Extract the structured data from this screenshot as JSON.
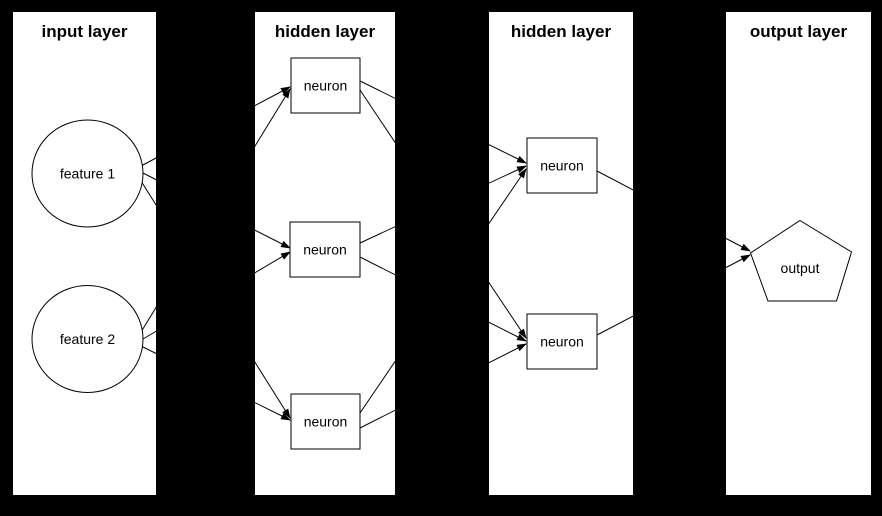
{
  "colors": {
    "background": "#000000",
    "panel": "#ffffff",
    "node_fill": "#ffffff",
    "stroke": "#000000",
    "text": "#000000"
  },
  "layers": [
    {
      "id": "input",
      "title": "input layer",
      "nodes": [
        {
          "id": "feature1",
          "label": "feature 1",
          "shape": "ellipse"
        },
        {
          "id": "feature2",
          "label": "feature 2",
          "shape": "ellipse"
        }
      ]
    },
    {
      "id": "hidden1",
      "title": "hidden layer",
      "nodes": [
        {
          "id": "h1n1",
          "label": "neuron",
          "shape": "box"
        },
        {
          "id": "h1n2",
          "label": "neuron",
          "shape": "box"
        },
        {
          "id": "h1n3",
          "label": "neuron",
          "shape": "box"
        }
      ]
    },
    {
      "id": "hidden2",
      "title": "hidden layer",
      "nodes": [
        {
          "id": "h2n1",
          "label": "neuron",
          "shape": "box"
        },
        {
          "id": "h2n2",
          "label": "neuron",
          "shape": "box"
        }
      ]
    },
    {
      "id": "output",
      "title": "output layer",
      "nodes": [
        {
          "id": "out1",
          "label": "output",
          "shape": "pentagon"
        }
      ]
    }
  ],
  "edges": [
    {
      "from": "feature1",
      "to": "h1n1"
    },
    {
      "from": "feature1",
      "to": "h1n2"
    },
    {
      "from": "feature1",
      "to": "h1n3"
    },
    {
      "from": "feature2",
      "to": "h1n1"
    },
    {
      "from": "feature2",
      "to": "h1n2"
    },
    {
      "from": "feature2",
      "to": "h1n3"
    },
    {
      "from": "h1n1",
      "to": "h2n1"
    },
    {
      "from": "h1n1",
      "to": "h2n2"
    },
    {
      "from": "h1n2",
      "to": "h2n1"
    },
    {
      "from": "h1n2",
      "to": "h2n2"
    },
    {
      "from": "h1n3",
      "to": "h2n1"
    },
    {
      "from": "h1n3",
      "to": "h2n2"
    },
    {
      "from": "h2n1",
      "to": "out1"
    },
    {
      "from": "h2n2",
      "to": "out1"
    }
  ]
}
